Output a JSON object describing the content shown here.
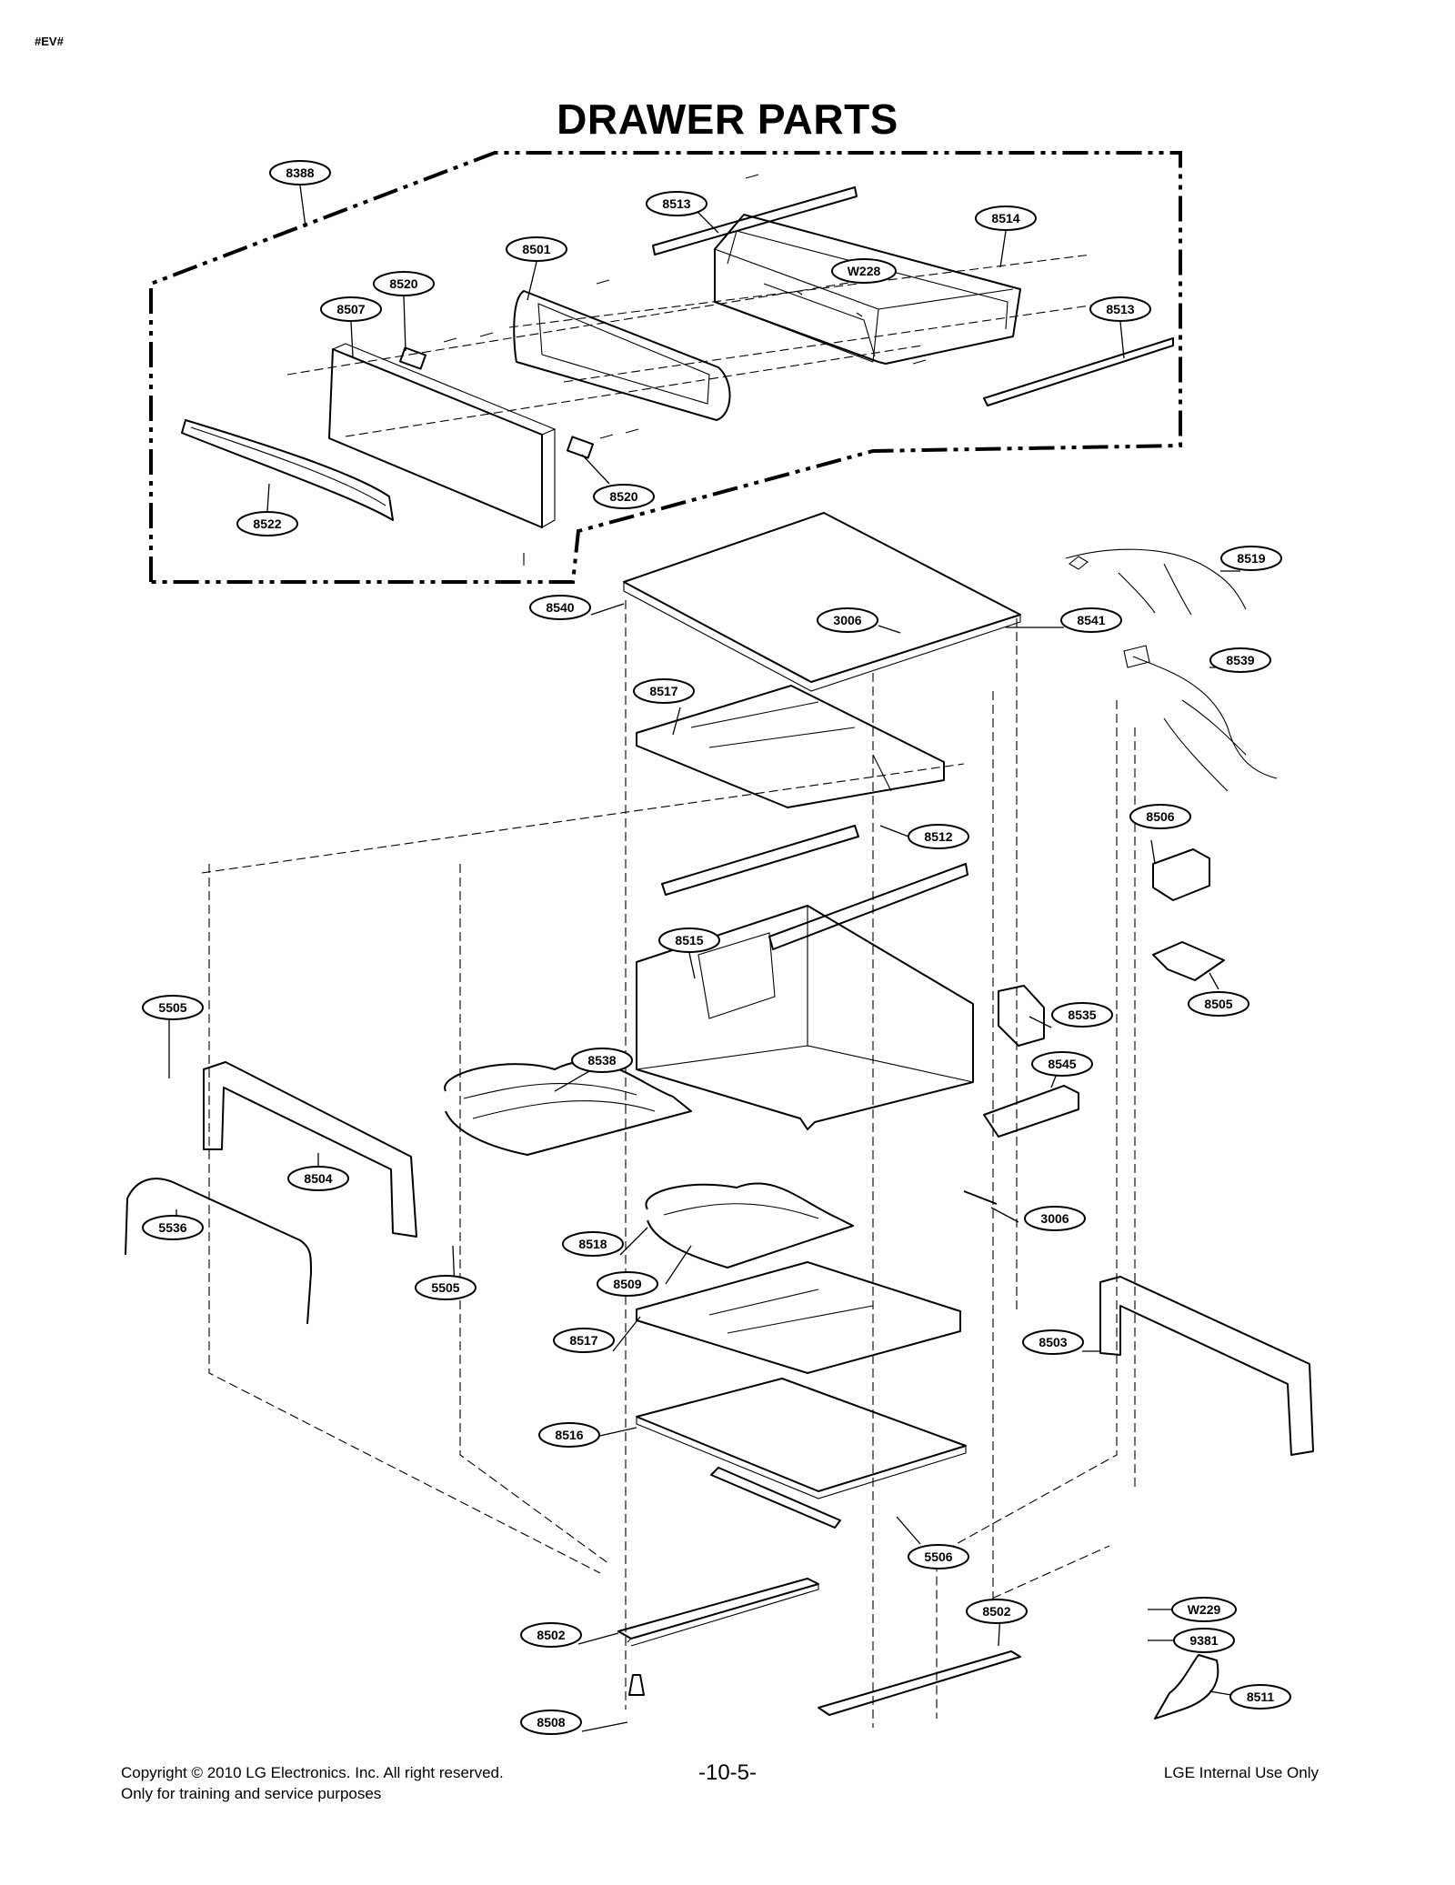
{
  "header": {
    "corner_tag": "#EV#",
    "title": "DRAWER PARTS"
  },
  "callouts": [
    {
      "id": "c8388",
      "label": "8388"
    },
    {
      "id": "c8513a",
      "label": "8513"
    },
    {
      "id": "c8514",
      "label": "8514"
    },
    {
      "id": "c8501",
      "label": "8501"
    },
    {
      "id": "cW228",
      "label": "W228"
    },
    {
      "id": "c8520a",
      "label": "8520"
    },
    {
      "id": "c8507",
      "label": "8507"
    },
    {
      "id": "c8513b",
      "label": "8513"
    },
    {
      "id": "c8520b",
      "label": "8520"
    },
    {
      "id": "c8522",
      "label": "8522"
    },
    {
      "id": "c8519",
      "label": "8519"
    },
    {
      "id": "c8540",
      "label": "8540"
    },
    {
      "id": "c3006a",
      "label": "3006"
    },
    {
      "id": "c8541",
      "label": "8541"
    },
    {
      "id": "c8539",
      "label": "8539"
    },
    {
      "id": "c8517a",
      "label": "8517"
    },
    {
      "id": "c8506",
      "label": "8506"
    },
    {
      "id": "c8512",
      "label": "8512"
    },
    {
      "id": "c8515",
      "label": "8515"
    },
    {
      "id": "c8505",
      "label": "8505"
    },
    {
      "id": "c5505a",
      "label": "5505"
    },
    {
      "id": "c8535",
      "label": "8535"
    },
    {
      "id": "c8538",
      "label": "8538"
    },
    {
      "id": "c8545",
      "label": "8545"
    },
    {
      "id": "c8504",
      "label": "8504"
    },
    {
      "id": "c5536",
      "label": "5536"
    },
    {
      "id": "c3006b",
      "label": "3006"
    },
    {
      "id": "c8518",
      "label": "8518"
    },
    {
      "id": "c5505b",
      "label": "5505"
    },
    {
      "id": "c8509",
      "label": "8509"
    },
    {
      "id": "c8517b",
      "label": "8517"
    },
    {
      "id": "c8503",
      "label": "8503"
    },
    {
      "id": "c8516",
      "label": "8516"
    },
    {
      "id": "c5506",
      "label": "5506"
    },
    {
      "id": "c8502a",
      "label": "8502"
    },
    {
      "id": "c8502b",
      "label": "8502"
    },
    {
      "id": "cW229",
      "label": "W229"
    },
    {
      "id": "c9381",
      "label": "9381"
    },
    {
      "id": "c8511",
      "label": "8511"
    },
    {
      "id": "c8508",
      "label": "8508"
    }
  ],
  "footer": {
    "copyright": "Copyright © 2010 LG Electronics. Inc. All right reserved.",
    "training": "Only for training and service purposes",
    "page_number": "-10-5-",
    "internal": "LGE Internal Use Only"
  }
}
